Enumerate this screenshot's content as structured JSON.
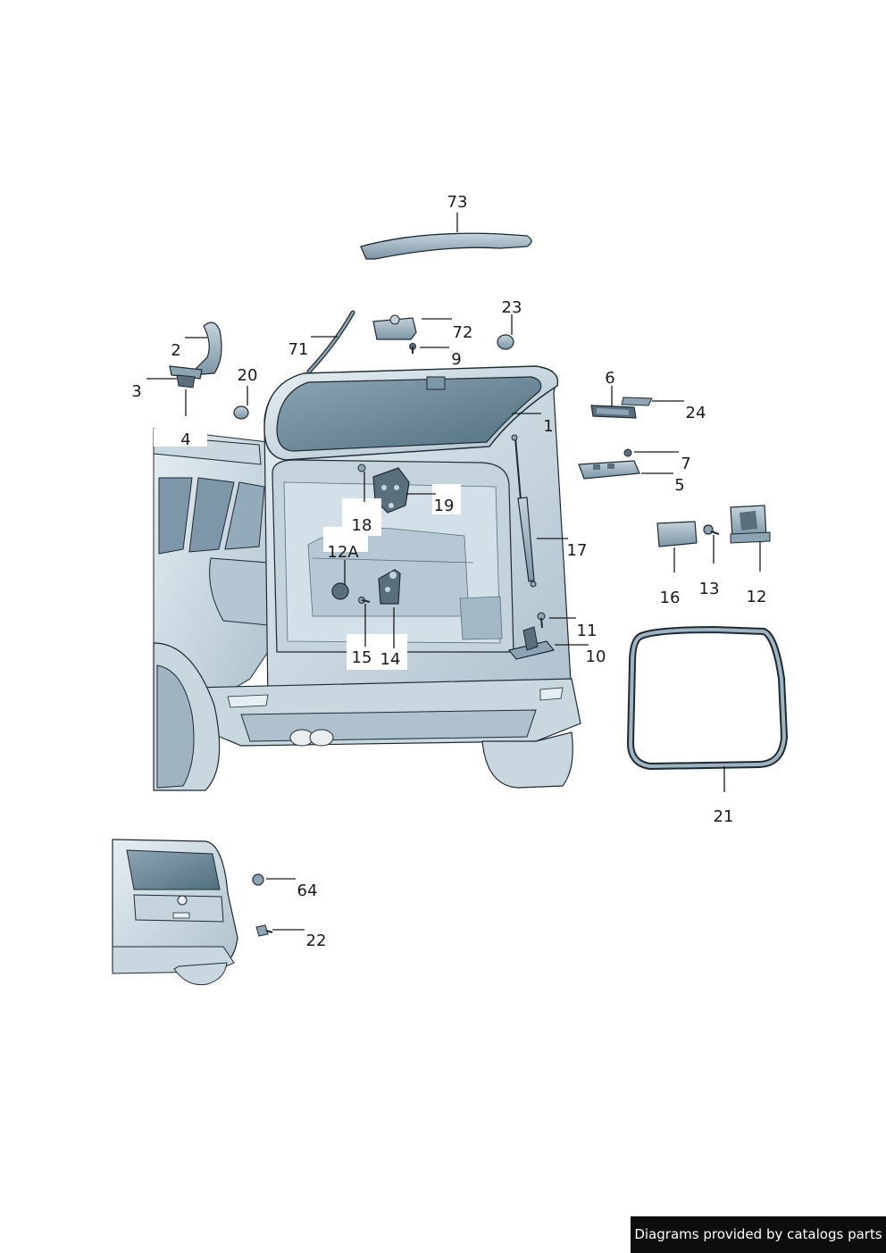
{
  "callouts": [
    "73",
    "72",
    "23",
    "9",
    "2",
    "71",
    "3",
    "20",
    "6",
    "24",
    "1",
    "4",
    "7",
    "5",
    "18",
    "19",
    "17",
    "16",
    "13",
    "12",
    "12A",
    "11",
    "10",
    "15",
    "14",
    "21",
    "64",
    "22"
  ],
  "credit": "Diagrams provided by catalogs parts",
  "colors": {
    "body_light": "#dbe6ec",
    "body_mid": "#b3c6d2",
    "body_dark": "#7e97a8",
    "outline": "#1e2a33",
    "glass": "#6f8b9b",
    "part": "#8fa4b2"
  }
}
